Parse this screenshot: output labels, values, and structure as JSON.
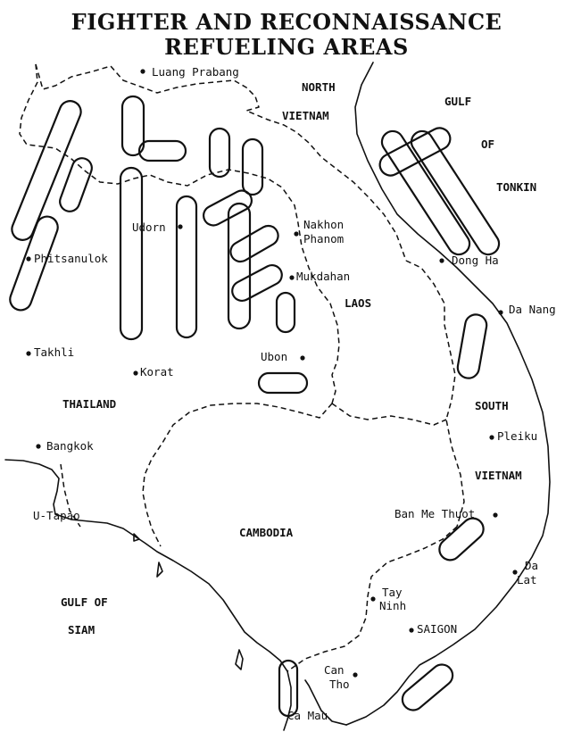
{
  "title_line1": "FIGHTER AND RECONNAISSANCE",
  "title_line2": "REFUELING AREAS",
  "cities": {
    "luang_prabang": "Luang Prabang",
    "udorn": "Udorn",
    "nakhon_phanom_1": "Nakhon",
    "nakhon_phanom_2": "Phanom",
    "mukdahan": "Mukdahan",
    "phitsanulok": "Phitsanulok",
    "takhli": "Takhli",
    "korat": "Korat",
    "ubon": "Ubon",
    "bangkok": "Bangkok",
    "u_tapao": "U-Tapao",
    "dong_ha": "Dong Ha",
    "da_nang": "Da Nang",
    "pleiku": "Pleiku",
    "ban_me_thuot": "Ban Me Thuot",
    "da_lat_1": "Da",
    "da_lat_2": "Lat",
    "tay_ninh_1": "Tay",
    "tay_ninh_2": "Ninh",
    "saigon": "SAIGON",
    "can_tho_1": "Can",
    "can_tho_2": "Tho",
    "ca_mau": "Ca Mau"
  },
  "regions": {
    "north_vietnam_1": "NORTH",
    "north_vietnam_2": "VIETNAM",
    "gulf_of_tonkin_1": "GULF",
    "gulf_of_tonkin_2": "OF",
    "gulf_of_tonkin_3": "TONKIN",
    "laos": "LAOS",
    "thailand": "THAILAND",
    "south_vietnam_1": "SOUTH",
    "south_vietnam_2": "VIETNAM",
    "cambodia": "CAMBODIA",
    "gulf_of_siam_1": "GULF OF",
    "gulf_of_siam_2": "SIAM"
  },
  "colors": {
    "ink": "#111111",
    "paper": "#ffffff"
  }
}
